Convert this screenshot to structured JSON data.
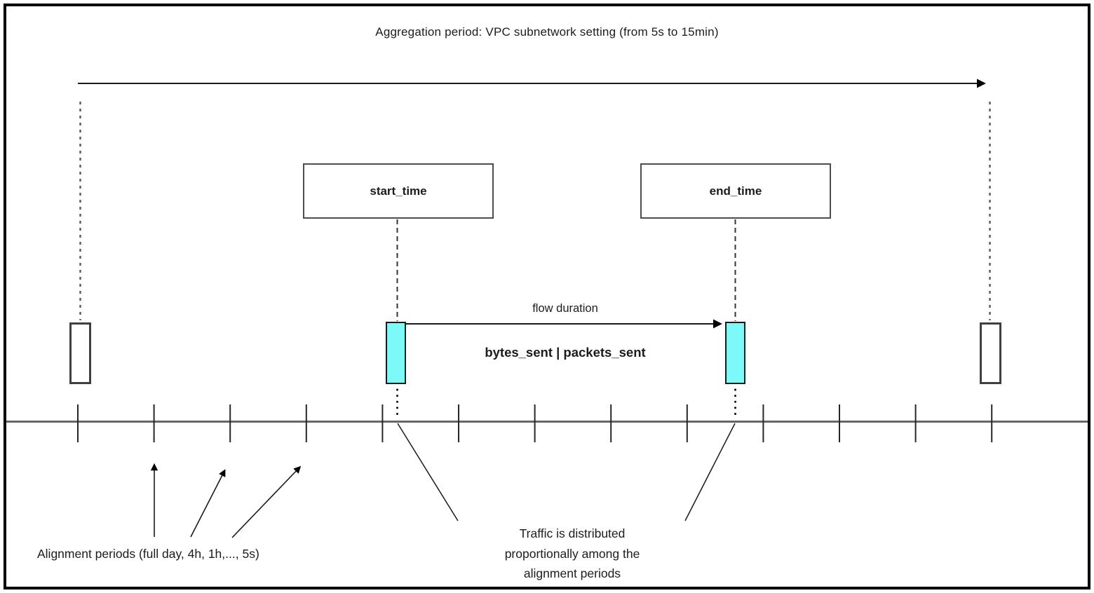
{
  "diagram": {
    "title": "Aggregation period: VPC subnetwork setting (from 5s to 15min)",
    "start_time_box": {
      "label": "start_time"
    },
    "end_time_box": {
      "label": "end_time"
    },
    "flow": {
      "duration_label": "flow duration",
      "metrics_label": "bytes_sent | packets_sent"
    },
    "timeline": {
      "tick_count": 13,
      "first_tick_x": 111,
      "tick_spacing": 108.6
    },
    "annotations": {
      "alignment_periods": "Alignment periods (full day, 4h, 1h,..., 5s)",
      "traffic_note": {
        "lines": [
          "Traffic is distributed",
          "proportionally among the",
          "alignment periods"
        ]
      }
    },
    "colors": {
      "flow_marker_fill": "#7df9f9",
      "line": "#1a1a1a",
      "timeline_line": "#666666",
      "box_border": "#4d4d4d"
    }
  }
}
